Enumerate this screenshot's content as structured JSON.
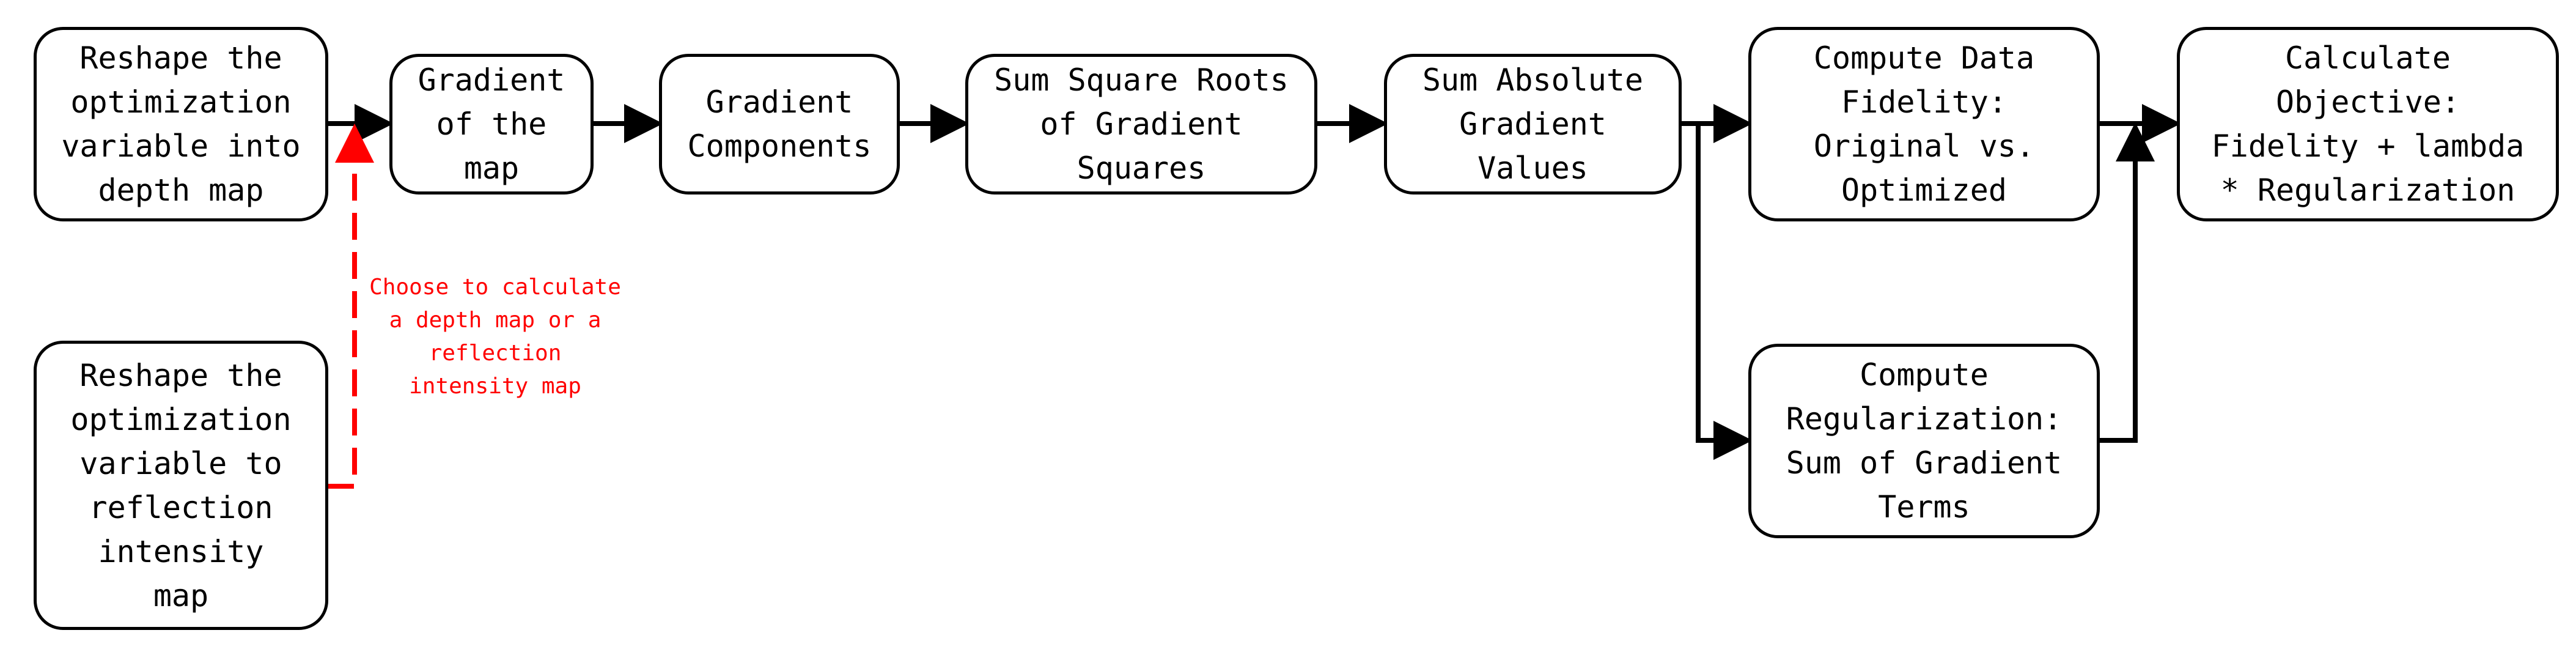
{
  "diagram": {
    "nodes": [
      {
        "id": "reshape-depth",
        "label": "Reshape the\noptimization\nvariable into\ndepth map"
      },
      {
        "id": "gradient-map",
        "label": "Gradient\nof the\nmap"
      },
      {
        "id": "gradient-components",
        "label": "Gradient\nComponents"
      },
      {
        "id": "sum-square-roots",
        "label": "Sum Square Roots\nof Gradient\nSquares"
      },
      {
        "id": "sum-absolute",
        "label": "Sum Absolute\nGradient\nValues"
      },
      {
        "id": "data-fidelity",
        "label": "Compute Data\nFidelity:\nOriginal vs.\nOptimized"
      },
      {
        "id": "objective",
        "label": "Calculate\nObjective:\nFidelity + lambda\n* Regularization"
      },
      {
        "id": "reshape-reflection",
        "label": "Reshape the\noptimization\nvariable to\nreflection\nintensity\nmap"
      },
      {
        "id": "regularization",
        "label": "Compute\nRegularization:\nSum of Gradient\nTerms"
      }
    ],
    "note": "Choose to calculate\na depth map or a\nreflection\nintensity map",
    "colors": {
      "stroke": "#000000",
      "accent": "#ff0000",
      "background": "#ffffff"
    }
  }
}
